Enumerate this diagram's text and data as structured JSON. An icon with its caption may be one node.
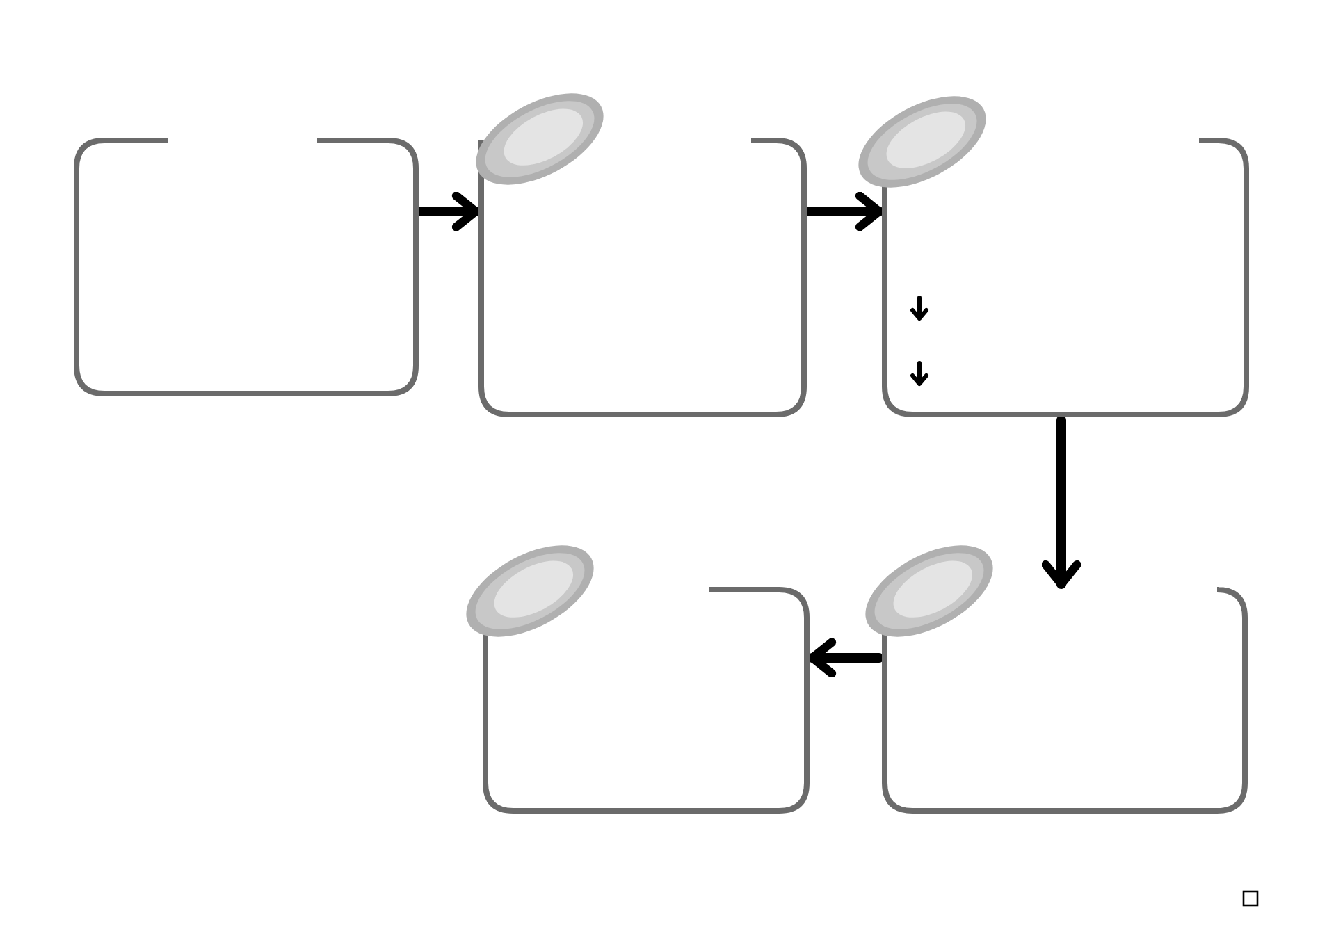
{
  "diagram": {
    "nodes": [
      {
        "text": [],
        "shape": "box"
      },
      {
        "text": [],
        "shape": "box"
      },
      {
        "text": [],
        "shape": "box"
      },
      {
        "text": [],
        "shape": "box"
      },
      {
        "text": [],
        "shape": "box"
      }
    ],
    "edges": [
      {
        "from": 0,
        "to": 1,
        "arrow": "to"
      },
      {
        "from": 1,
        "to": 2,
        "arrow": "to"
      },
      {
        "from": 2,
        "to": 3,
        "arrow": "to"
      },
      {
        "from": 3,
        "to": 4,
        "arrow": "to"
      }
    ]
  }
}
